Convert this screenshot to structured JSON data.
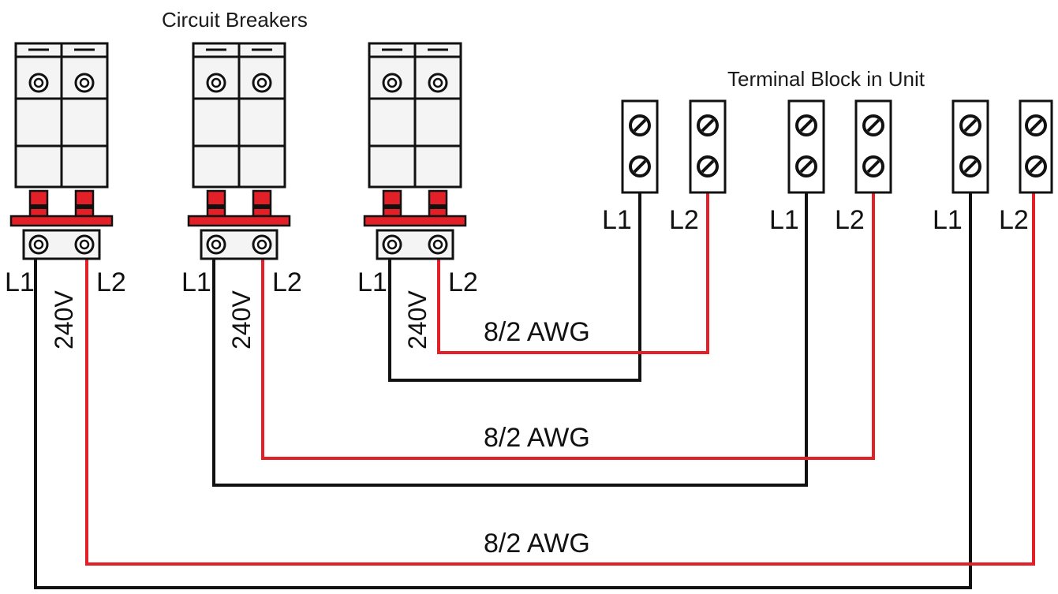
{
  "diagram": {
    "breakers_title": "Circuit Breakers",
    "terminal_title": "Terminal Block in Unit",
    "circuits": [
      {
        "breaker_l1": "L1",
        "breaker_l2": "L2",
        "voltage": "240V",
        "cable": "8/2 AWG",
        "block_l1": "L1",
        "block_l2": "L2"
      },
      {
        "breaker_l1": "L1",
        "breaker_l2": "L2",
        "voltage": "240V",
        "cable": "8/2 AWG",
        "block_l1": "L1",
        "block_l2": "L2"
      },
      {
        "breaker_l1": "L1",
        "breaker_l2": "L2",
        "voltage": "240V",
        "cable": "8/2 AWG",
        "block_l1": "L1",
        "block_l2": "L2"
      }
    ],
    "colors": {
      "line1_wire": "#111111",
      "line2_wire": "#e32028",
      "breaker_body": "#f4f4f4",
      "breaker_outline": "#111111",
      "toggle": "#e32028",
      "rail": "#e32028"
    }
  }
}
